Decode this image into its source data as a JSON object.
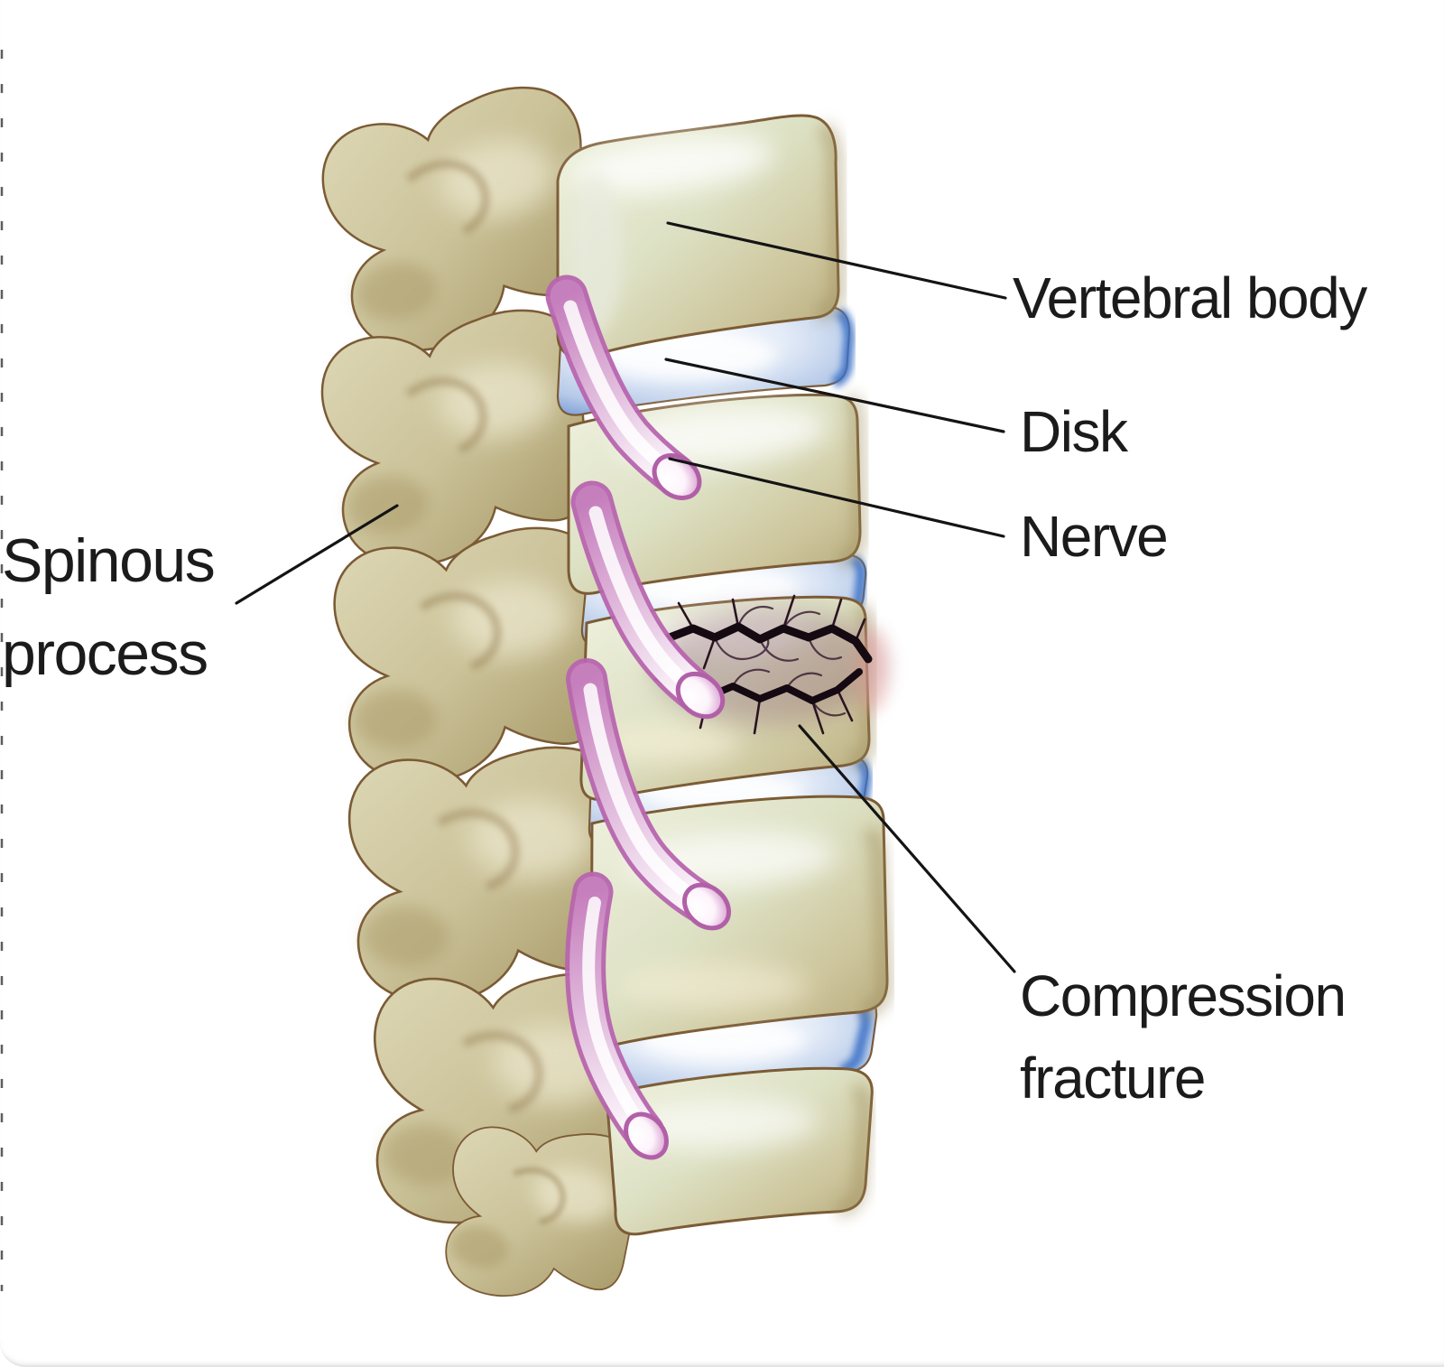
{
  "figure_type": "medical-illustration",
  "subject": "Lateral view of spine with compression fracture",
  "annotations": [
    {
      "id": "vertebral-body",
      "lines": [
        "Vertebral body"
      ],
      "side": "right"
    },
    {
      "id": "disk",
      "lines": [
        "Disk"
      ],
      "side": "right"
    },
    {
      "id": "nerve",
      "lines": [
        "Nerve"
      ],
      "side": "right"
    },
    {
      "id": "spinous-process",
      "lines": [
        "Spinous",
        "process"
      ],
      "side": "left"
    },
    {
      "id": "compression-fracture",
      "lines": [
        "Compression",
        "fracture"
      ],
      "side": "right"
    }
  ],
  "colors": {
    "background": "#ffffff",
    "label_text": "#1b1b1b",
    "leader_line": "#141414",
    "bone_highlight": "#f2f0dc",
    "bone_light": "#dfe3c9",
    "bone_mid": "#cdc49b",
    "bone_shadow": "#a5935f",
    "bone_outline": "#7b5b35",
    "disk_center": "#eef3fb",
    "disk_rim": "#5380c8",
    "nerve_rim": "#b763ae",
    "nerve_fill": "#cf8cc6",
    "nerve_tip": "#fdf9fd",
    "fracture_crack": "#190b12",
    "fracture_shadow": "#7d4a66"
  }
}
